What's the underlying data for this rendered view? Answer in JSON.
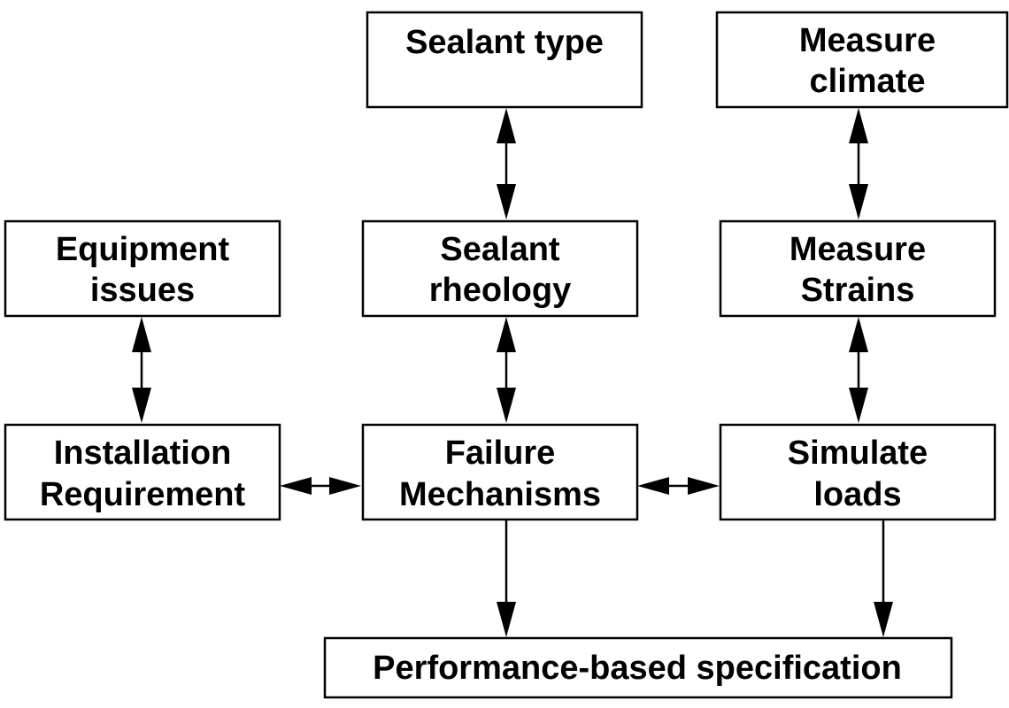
{
  "nodes": {
    "sealant_type": {
      "lines": [
        "Sealant type"
      ]
    },
    "measure_climate": {
      "lines": [
        "Measure",
        "climate"
      ]
    },
    "equipment_issues": {
      "lines": [
        "Equipment",
        "issues"
      ]
    },
    "sealant_rheology": {
      "lines": [
        "Sealant",
        "rheology"
      ]
    },
    "measure_strains": {
      "lines": [
        "Measure",
        "Strains"
      ]
    },
    "installation_requirement": {
      "lines": [
        "Installation",
        "Requirement"
      ]
    },
    "failure_mechanisms": {
      "lines": [
        "Failure",
        "Mechanisms"
      ]
    },
    "simulate_loads": {
      "lines": [
        "Simulate",
        "loads"
      ]
    },
    "performance_spec": {
      "lines": [
        "Performance-based specification"
      ]
    }
  },
  "edges": [
    {
      "from": "sealant_type",
      "to": "sealant_rheology",
      "direction": "both"
    },
    {
      "from": "measure_climate",
      "to": "measure_strains",
      "direction": "both"
    },
    {
      "from": "equipment_issues",
      "to": "installation_requirement",
      "direction": "both"
    },
    {
      "from": "sealant_rheology",
      "to": "failure_mechanisms",
      "direction": "both"
    },
    {
      "from": "measure_strains",
      "to": "simulate_loads",
      "direction": "both"
    },
    {
      "from": "installation_requirement",
      "to": "failure_mechanisms",
      "direction": "both"
    },
    {
      "from": "failure_mechanisms",
      "to": "simulate_loads",
      "direction": "both"
    },
    {
      "from": "failure_mechanisms",
      "to": "performance_spec",
      "direction": "forward"
    },
    {
      "from": "simulate_loads",
      "to": "performance_spec",
      "direction": "forward"
    }
  ],
  "colors": {
    "stroke": "#000000",
    "text": "#000000",
    "fill": "#ffffff"
  }
}
